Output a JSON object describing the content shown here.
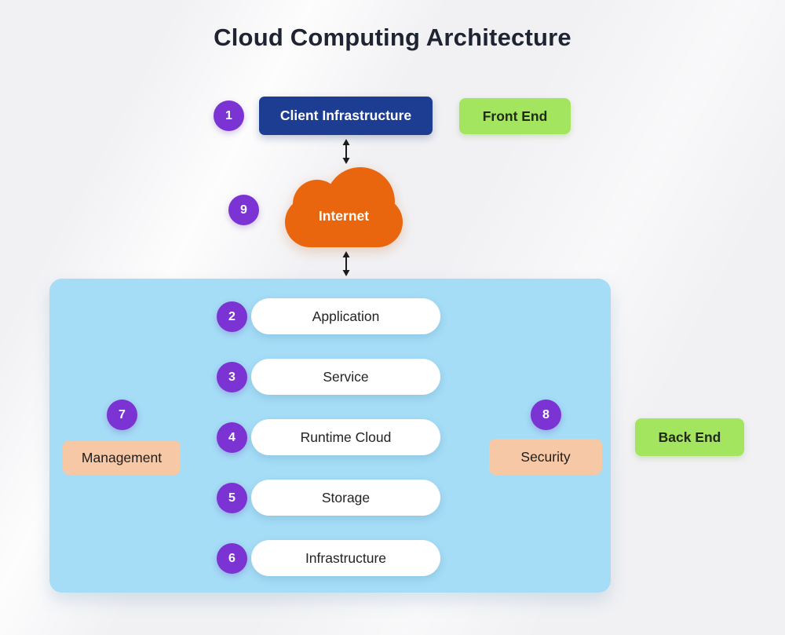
{
  "title": "Cloud Computing Architecture",
  "nodes": {
    "client_infrastructure": {
      "number": "1",
      "label": "Client Infrastructure"
    },
    "front_end": {
      "label": "Front End"
    },
    "internet": {
      "number": "9",
      "label": "Internet"
    },
    "back_end": {
      "label": "Back End"
    },
    "layers": [
      {
        "number": "2",
        "label": "Application"
      },
      {
        "number": "3",
        "label": "Service"
      },
      {
        "number": "4",
        "label": "Runtime Cloud"
      },
      {
        "number": "5",
        "label": "Storage"
      },
      {
        "number": "6",
        "label": "Infrastructure"
      }
    ],
    "management": {
      "number": "7",
      "label": "Management"
    },
    "security": {
      "number": "8",
      "label": "Security"
    }
  },
  "icons": {
    "connector_top": "double-headed-vertical-arrow",
    "connector_bottom": "double-headed-vertical-arrow"
  },
  "colors": {
    "background": "#f1f1f4",
    "title_text": "#1e2431",
    "badge_purple": "#7b33d4",
    "client_navy": "#1d3d92",
    "front_back_green": "#a3e55f",
    "cloud_orange": "#e9660e",
    "container_blue": "#a5dcf6",
    "pill_white": "#ffffff",
    "management_peach": "#f6c8a6",
    "arrow_black": "#1c1c1c"
  }
}
